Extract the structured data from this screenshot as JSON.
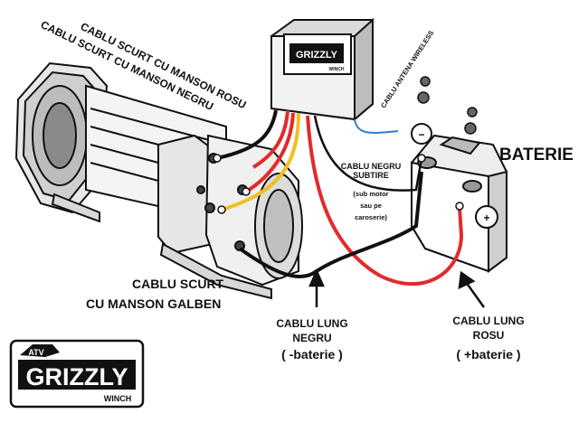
{
  "labels": {
    "short_red": "CABLU SCURT CU MANSON ROSU",
    "short_black": "CABLU SCURT CU MANSON NEGRU",
    "antenna": "CABLU ANTENA WIRELESS",
    "battery": "BATERIE",
    "thin_black_1": "CABLU NEGRU",
    "thin_black_2": "SUBTIRE",
    "thin_black_3": "(sub motor",
    "thin_black_4": "sau pe",
    "thin_black_5": "caroserie)",
    "short_yellow_1": "CABLU SCURT",
    "short_yellow_2": "CU MANSON GALBEN",
    "long_black_1": "CABLU LUNG",
    "long_black_2": "NEGRU",
    "long_black_3": "( -baterie )",
    "long_red_1": "CABLU LUNG",
    "long_red_2": "ROSU",
    "long_red_3": "( +baterie )",
    "minus": "−",
    "plus": "+"
  },
  "logo": {
    "top": "ATV",
    "brand": "GRIZZLY",
    "sub": "WINCH"
  },
  "colors": {
    "red_cable": "#e32a2a",
    "black_cable": "#111111",
    "yellow_cable": "#f0c020",
    "antenna_cable": "#2f7fd0"
  }
}
